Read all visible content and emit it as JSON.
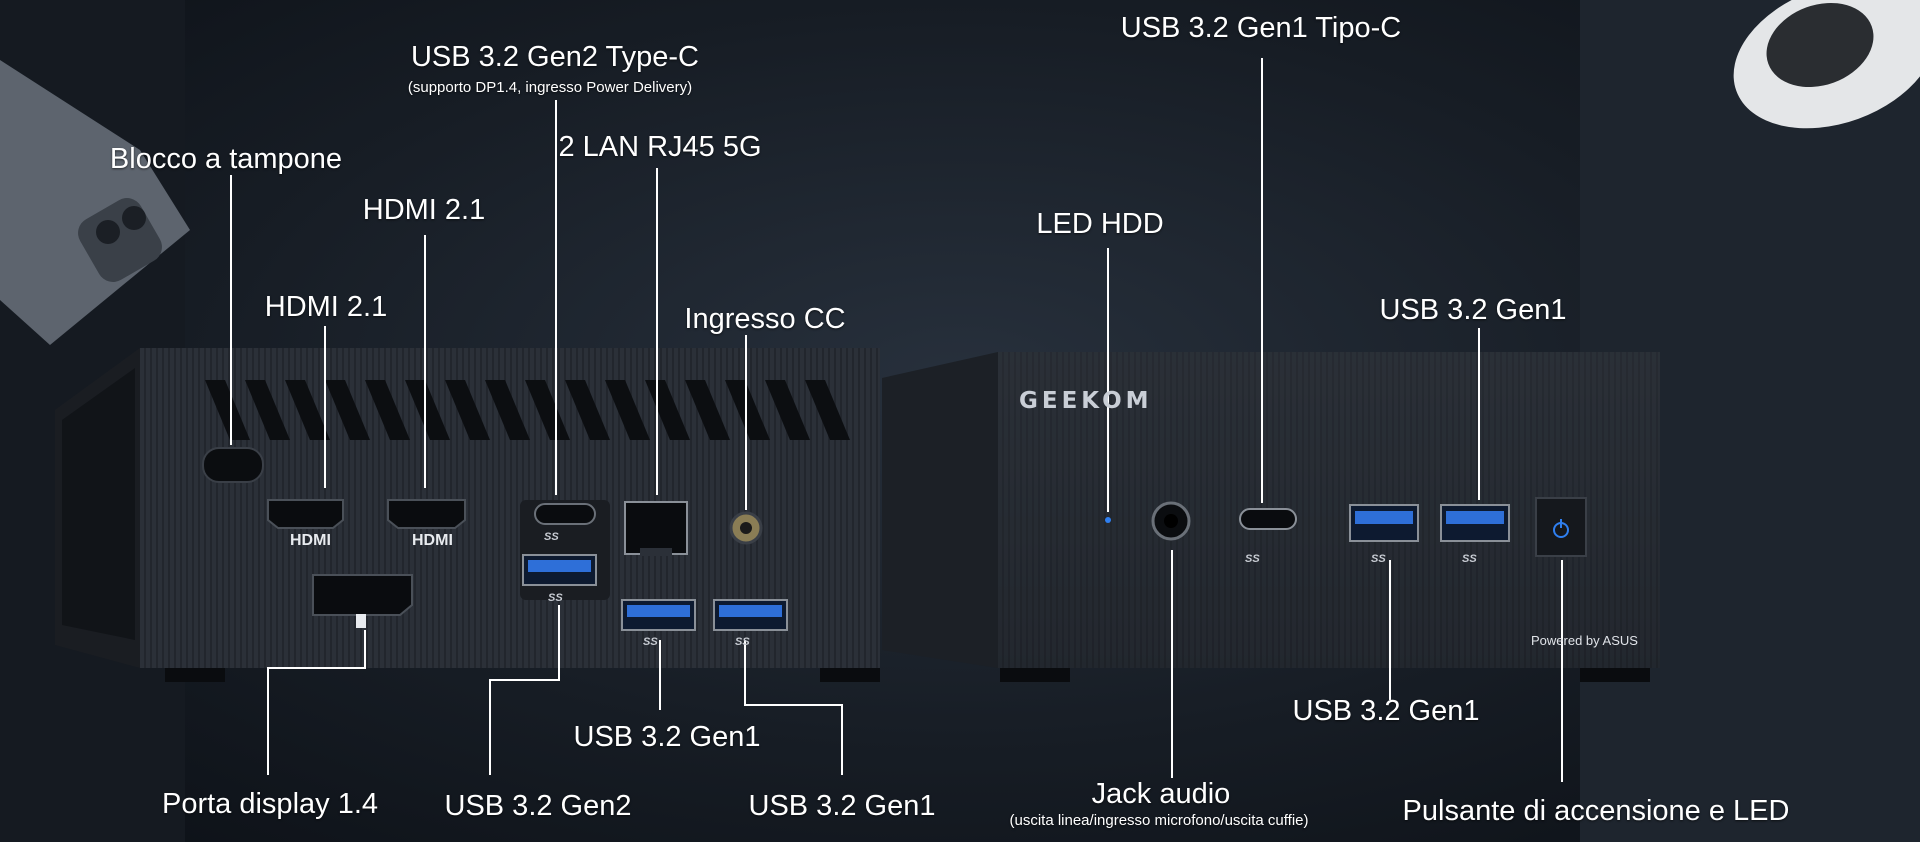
{
  "image": {
    "brand_logo_text": "GEEKOM",
    "powered_by": "Powered by ASUS",
    "port_marks": {
      "hdmi": "HDMI",
      "superspeed": "SS"
    },
    "colors": {
      "background": "#171d25",
      "device_body": "#2a2f36",
      "usb_port_blue": "#2e6fd8",
      "power_led": "#2f7ff0",
      "label_text": "#ffffff",
      "leader_line": "#ffffff"
    }
  },
  "labels": {
    "kensington_lock": "Blocco a tampone",
    "hdmi_a": "HDMI 2.1",
    "hdmi_b": "HDMI 2.1",
    "usb_c_rear": "USB 3.2 Gen2 Type-C",
    "usb_c_rear_note": "(supporto DP1.4, ingresso Power Delivery)",
    "lan": "2 LAN RJ45 5G",
    "dc_in": "Ingresso CC",
    "displayport": "Porta display 1.4",
    "usb_gen2_rear": "USB 3.2 Gen2",
    "usb_gen1_rear_a": "USB 3.2 Gen1",
    "usb_gen1_rear_b": "USB 3.2 Gen1",
    "hdd_led": "LED HDD",
    "usb_c_front": "USB 3.2 Gen1 Tipo-C",
    "usb_gen1_front_top": "USB 3.2 Gen1",
    "usb_gen1_front_bottom": "USB 3.2 Gen1",
    "audio_jack": "Jack audio",
    "audio_jack_note": "(uscita linea/ingresso microfono/uscita cuffie)",
    "power_button": "Pulsante di accensione e LED"
  }
}
